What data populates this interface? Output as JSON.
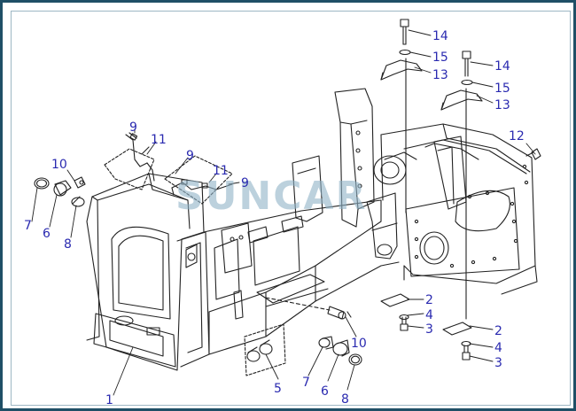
{
  "diagram": {
    "watermark": "SUNCAR",
    "label_color": "#2a2ab0",
    "line_color": "#222222",
    "watermark_color": "#8fb3c7",
    "callouts": [
      {
        "id": "c14a",
        "text": "14"
      },
      {
        "id": "c15a",
        "text": "15"
      },
      {
        "id": "c13a",
        "text": "13"
      },
      {
        "id": "c14b",
        "text": "14"
      },
      {
        "id": "c15b",
        "text": "15"
      },
      {
        "id": "c13b",
        "text": "13"
      },
      {
        "id": "c12",
        "text": "12"
      },
      {
        "id": "c9a",
        "text": "9"
      },
      {
        "id": "c11a",
        "text": "11"
      },
      {
        "id": "c9b",
        "text": "9"
      },
      {
        "id": "c11b",
        "text": "11"
      },
      {
        "id": "c9c",
        "text": "9"
      },
      {
        "id": "c10a",
        "text": "10"
      },
      {
        "id": "c7a",
        "text": "7"
      },
      {
        "id": "c6a",
        "text": "6"
      },
      {
        "id": "c8a",
        "text": "8"
      },
      {
        "id": "c2a",
        "text": "2"
      },
      {
        "id": "c4a",
        "text": "4"
      },
      {
        "id": "c3a",
        "text": "3"
      },
      {
        "id": "c2b",
        "text": "2"
      },
      {
        "id": "c4b",
        "text": "4"
      },
      {
        "id": "c3b",
        "text": "3"
      },
      {
        "id": "c10b",
        "text": "10"
      },
      {
        "id": "c5",
        "text": "5"
      },
      {
        "id": "c7b",
        "text": "7"
      },
      {
        "id": "c6b",
        "text": "6"
      },
      {
        "id": "c8b",
        "text": "8"
      },
      {
        "id": "c1",
        "text": "1"
      }
    ]
  }
}
